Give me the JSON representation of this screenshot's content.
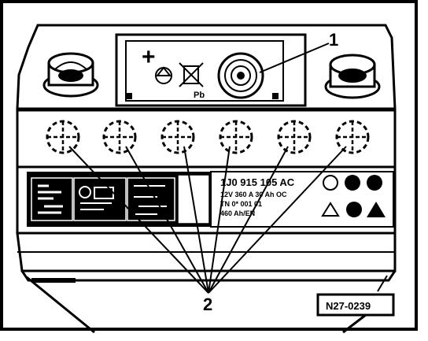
{
  "figure_id": "N27-0239",
  "callouts": {
    "vent_plug": "1",
    "cell_caps": "2"
  },
  "label": {
    "part_number": "1J0 915 105 AC",
    "spec_line1": "12V 360 A 30 Ah OC",
    "spec_line2": "TN 0* 001 01",
    "spec_line3": "460 Ah/EN"
  },
  "icons": [
    "plus-symbol-icon",
    "recycle-icon",
    "crossed-bin-icon",
    "lead-pb-icon",
    "vent-plug-icon",
    "warning-icons"
  ],
  "colors": {
    "ink": "#000000",
    "paper": "#ffffff"
  }
}
